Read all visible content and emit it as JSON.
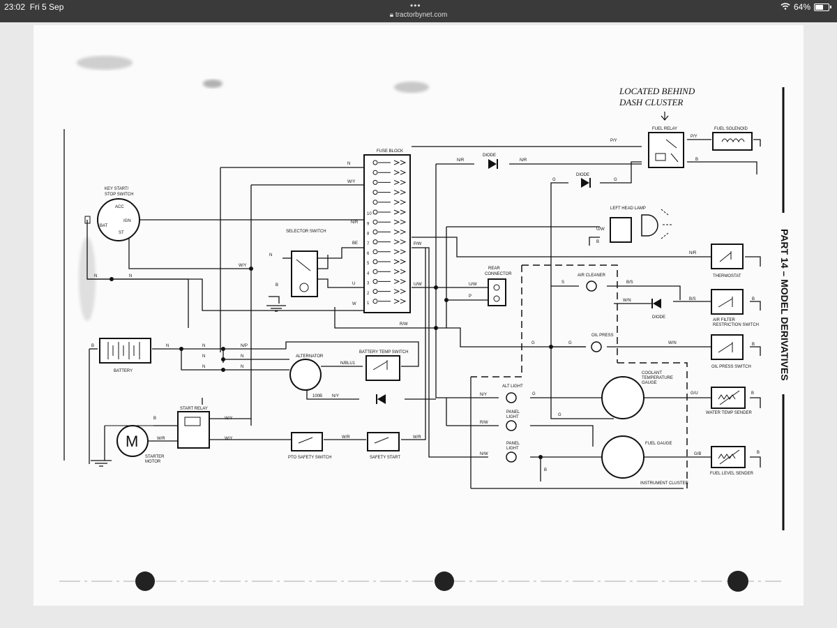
{
  "status_bar": {
    "time": "23:02",
    "date": "Fri 5 Sep",
    "url": "tractorbynet.com",
    "battery": "64%",
    "battery_level": 0.64
  },
  "diagram": {
    "side_title": "PART 14 – MODEL DERIVATIVES",
    "handwritten_note": [
      "LOCATED BEHIND",
      "DASH CLUSTER"
    ],
    "components": {
      "key_switch": "KEY START/",
      "key_switch2": "STOP SWITCH",
      "acc": "ACC",
      "ign": "IGN",
      "bat": "BAT",
      "st": "ST",
      "fuse_block": "FUSE BLOCK",
      "diode1": "DIODE",
      "diode2": "DIODE",
      "diode3": "DIODE",
      "fuel_relay": "FUEL RELAY",
      "fuel_solenoid": "FUEL SOLENOID",
      "left_head_lamp": "LEFT HEAD LAMP",
      "selector_switch": "SELECTOR SWITCH",
      "thermostat": "THERMOSTAT",
      "rear_connector": "REAR",
      "rear_connector2": "CONNECTOR",
      "air_cleaner": "AIR CLEANER",
      "air_filter": "AIR FILTER",
      "air_filter2": "RESTRICTION SWITCH",
      "oil_press": "OIL PRESS",
      "oil_press_switch": "OIL PRESS SWITCH",
      "battery": "BATTERY",
      "alternator": "ALTERNATOR",
      "battery_temp_switch": "BATTERY TEMP SWITCH",
      "coolant": "COOLANT",
      "coolant2": "TEMPERATURE",
      "coolant3": "GAUGE",
      "water_temp_sender": "WATER TEMP SENDER",
      "alt_light": "ALT LIGHT",
      "panel_light1": "PANEL",
      "panel_light1b": "LIGHT",
      "panel_light2": "PANEL",
      "panel_light2b": "LIGHT",
      "fuel_gauge": "FUEL GAUGE",
      "instrument_cluster": "INSTRUMENT CLUSTER",
      "fuel_level_sender": "FUEL LEVEL SENDER",
      "start_relay": "START RELAY",
      "starter_motor": "STARTER",
      "starter_motor2": "MOTOR",
      "pto_switch": "PTO SAFETY SWITCH",
      "safety_start": "SAFETY START"
    },
    "fuse_numbers": [
      "10",
      "9",
      "8",
      "7",
      "6",
      "5",
      "4",
      "3",
      "2",
      "1"
    ],
    "wire_labels": {
      "n": "N",
      "b": "B",
      "g": "G",
      "w": "W",
      "s": "S",
      "py": "P/Y",
      "nr": "N/R",
      "wy": "W/Y",
      "nr2": "N/R",
      "be": "BE",
      "pw": "P/W",
      "uw": "U/W",
      "uw2": "U/W",
      "rw": "R/W",
      "bs": "B/S",
      "bs2": "B/S",
      "wn": "W/N",
      "np": "N/P",
      "nbl": "N/BLU1",
      "ny": "N/Y",
      "wr": "W/R",
      "gu": "G/U",
      "gb": "G/B",
      "nw": "N/W",
      "rw2": "R/W",
      "wr2": "W/R",
      "wy2": "W/Y",
      "b100": "100B",
      "p": "P",
      "u": "U"
    }
  }
}
